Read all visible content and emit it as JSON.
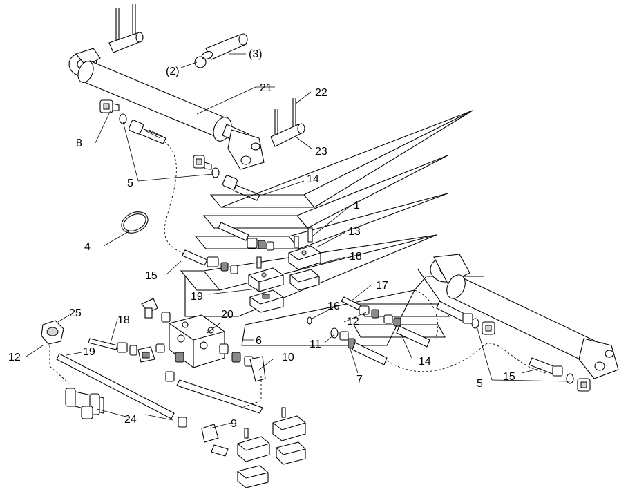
{
  "callouts": {
    "c1": "1",
    "c2": "(2)",
    "c3": "(3)",
    "c4": "4",
    "c5a": "5",
    "c5b": "5",
    "c6": "6",
    "c7": "7",
    "c8": "8",
    "c9": "9",
    "c10": "10",
    "c11": "11",
    "c12a": "12",
    "c12b": "12",
    "c13": "13",
    "c14a": "14",
    "c14b": "14",
    "c15a": "15",
    "c15b": "15",
    "c16": "16",
    "c17": "17",
    "c18a": "18",
    "c18b": "18",
    "c19a": "19",
    "c19b": "19",
    "c20": "20",
    "c21": "21",
    "c22": "22",
    "c23": "23",
    "c24": "24",
    "c25": "25"
  }
}
